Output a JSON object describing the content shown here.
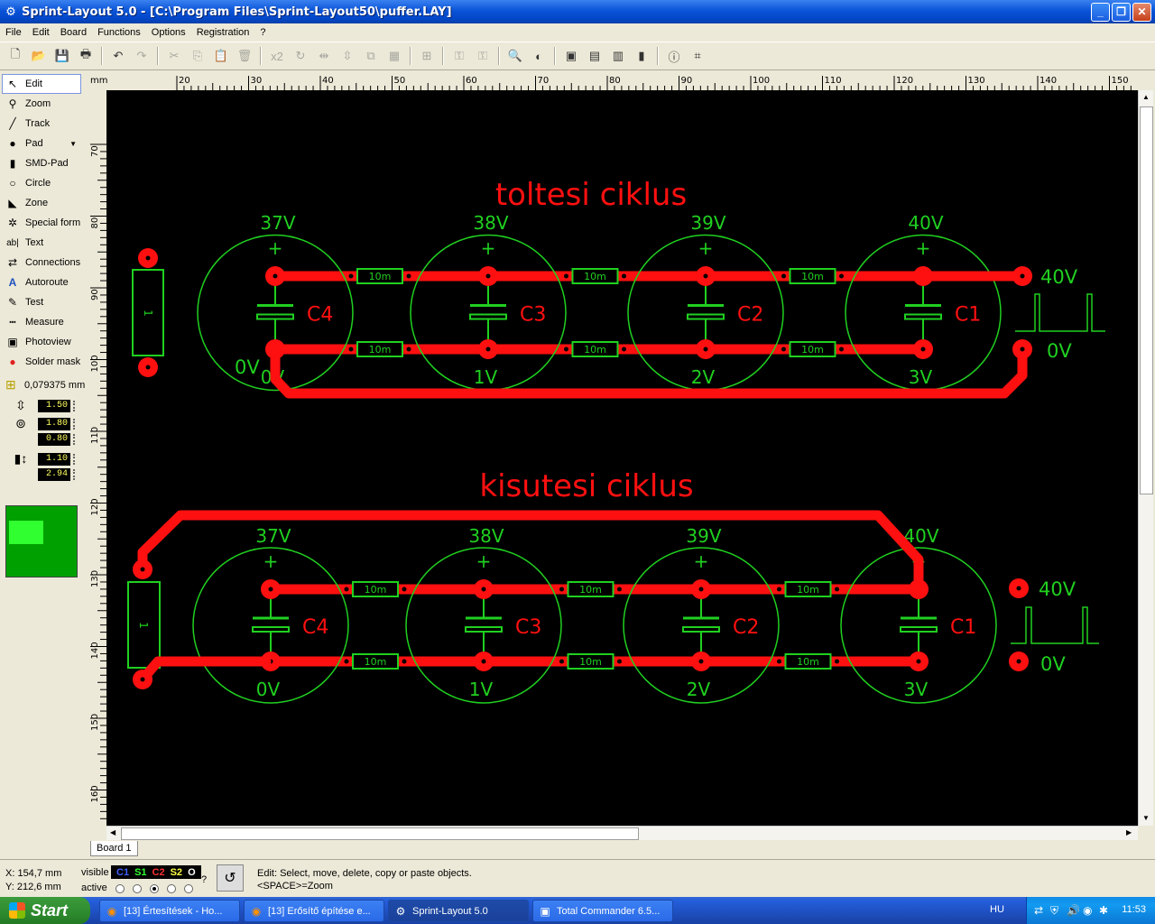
{
  "window": {
    "title": "Sprint-Layout 5.0 - [C:\\Program Files\\Sprint-Layout50\\puffer.LAY]",
    "minimize": "_",
    "maximize": "❐",
    "close": "✕"
  },
  "menu": [
    "File",
    "Edit",
    "Board",
    "Functions",
    "Options",
    "Registration",
    "?"
  ],
  "toolbar": {
    "x2_label": "x2"
  },
  "tools": [
    {
      "label": "Edit",
      "icon": "↖"
    },
    {
      "label": "Zoom",
      "icon": "⚲"
    },
    {
      "label": "Track",
      "icon": "╱"
    },
    {
      "label": "Pad",
      "icon": "●"
    },
    {
      "label": "SMD-Pad",
      "icon": "▮"
    },
    {
      "label": "Circle",
      "icon": "○"
    },
    {
      "label": "Zone",
      "icon": "◣"
    },
    {
      "label": "Special form",
      "icon": "✲"
    },
    {
      "label": "Text",
      "icon": "ab|"
    },
    {
      "label": "Connections",
      "icon": "⇄"
    },
    {
      "label": "Autoroute",
      "icon": "A"
    },
    {
      "label": "Test",
      "icon": "✎"
    },
    {
      "label": "Measure",
      "icon": "┅"
    },
    {
      "label": "Photoview",
      "icon": "▣"
    },
    {
      "label": "Solder mask",
      "icon": "●"
    }
  ],
  "grid": {
    "value": "0,079375 mm"
  },
  "params": {
    "track_width": "1.50",
    "pad_outer": "1.80",
    "pad_inner": "0.80",
    "smd_width": "1.10",
    "smd_height": "2.94"
  },
  "ruler": {
    "unit": "mm",
    "top_ticks": [
      "20",
      "30",
      "40",
      "50",
      "60",
      "70",
      "80",
      "90",
      "100",
      "110",
      "120",
      "130",
      "140",
      "150"
    ],
    "left_ticks": [
      "70",
      "80",
      "90",
      "100",
      "110",
      "120",
      "130",
      "140",
      "150",
      "160"
    ]
  },
  "board": {
    "colors": {
      "copper": "#ff1010",
      "silk": "#20d020",
      "background": "#000000"
    },
    "top_section": {
      "title": "toltesi ciklus",
      "caps": [
        {
          "name": "C4",
          "top_voltage": "37V",
          "bottom_voltage": "0V"
        },
        {
          "name": "C3",
          "top_voltage": "38V",
          "bottom_voltage": "1V"
        },
        {
          "name": "C2",
          "top_voltage": "39V",
          "bottom_voltage": "2V"
        },
        {
          "name": "C1",
          "top_voltage": "40V",
          "bottom_voltage": "3V"
        }
      ],
      "resistor_label": "10m",
      "out_high": "40V",
      "out_low": "0V",
      "connector_label": "1",
      "plus_sign": "+"
    },
    "bottom_section": {
      "title": "kisutesi ciklus",
      "caps": [
        {
          "name": "C4",
          "top_voltage": "37V",
          "bottom_voltage": "0V"
        },
        {
          "name": "C3",
          "top_voltage": "38V",
          "bottom_voltage": "1V"
        },
        {
          "name": "C2",
          "top_voltage": "39V",
          "bottom_voltage": "2V"
        },
        {
          "name": "C1",
          "top_voltage": "40V",
          "bottom_voltage": "3V"
        }
      ],
      "resistor_label": "10m",
      "out_high": "40V",
      "out_low": "0V",
      "connector_label": "1",
      "plus_sign": "+"
    }
  },
  "board_tab": "Board 1",
  "status": {
    "x": "X:   154,7 mm",
    "y": "Y:   212,6 mm",
    "visible_label": "visible",
    "active_label": "active",
    "layers": [
      {
        "name": "C1",
        "color": "#4060ff"
      },
      {
        "name": "S1",
        "color": "#30ff30"
      },
      {
        "name": "C2",
        "color": "#ff3030"
      },
      {
        "name": "S2",
        "color": "#ffff40"
      },
      {
        "name": "O",
        "color": "#ffffff"
      }
    ],
    "help_mark": "?",
    "line1": "Edit: Select, move, delete, copy or paste objects.",
    "line2": "<SPACE>=Zoom"
  },
  "taskbar": {
    "start": "Start",
    "tasks": [
      {
        "label": "[13] Értesítések - Ho...",
        "icon": "◉"
      },
      {
        "label": "[13] Erősítő építése e...",
        "icon": "◉"
      },
      {
        "label": "Sprint-Layout 5.0",
        "icon": "⚙"
      },
      {
        "label": "Total Commander 6.5...",
        "icon": "▣"
      }
    ],
    "language": "HU",
    "clock": "11:53"
  }
}
